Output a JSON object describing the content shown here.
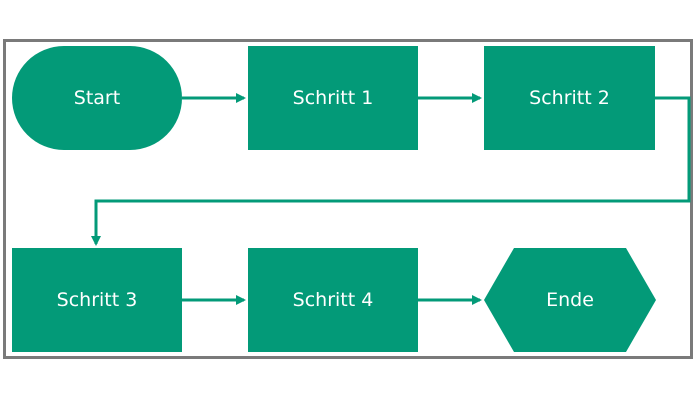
{
  "diagram": {
    "nodes": {
      "start": "Start",
      "step1": "Schritt 1",
      "step2": "Schritt 2",
      "step3": "Schritt 3",
      "step4": "Schritt 4",
      "end": "Ende"
    },
    "colors": {
      "fill": "#039a78",
      "line": "#039a78",
      "text": "#ffffff",
      "frame": "#7a7a7a"
    }
  }
}
